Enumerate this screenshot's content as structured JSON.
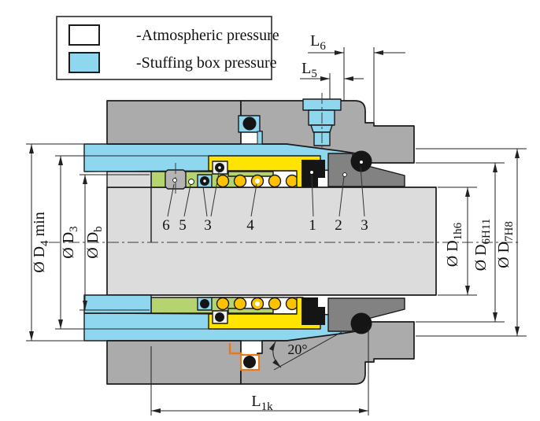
{
  "legend": {
    "items": [
      {
        "swatch": "white",
        "label": "-Atmospheric pressure"
      },
      {
        "swatch": "blue",
        "label": "-Stuffing box pressure"
      }
    ]
  },
  "dimensions": {
    "top": [
      {
        "base": "L",
        "sub": "6"
      },
      {
        "base": "L",
        "sub": "5"
      }
    ],
    "left": [
      {
        "base": "Ø D",
        "sub": "4",
        "suffix": " min"
      },
      {
        "base": "Ø D",
        "sub": "3"
      },
      {
        "base": "Ø D",
        "sub": "b"
      }
    ],
    "right": [
      {
        "base": "Ø D",
        "sub": "1h6"
      },
      {
        "base": "Ø D",
        "sub": "6H11"
      },
      {
        "base": "Ø D",
        "sub": "7H8"
      }
    ],
    "bottom": [
      {
        "base": "L",
        "sub": "1k"
      }
    ],
    "angle": "20°"
  },
  "part_labels": [
    "6",
    "5",
    "3",
    "4",
    "1",
    "2",
    "3"
  ],
  "colors": {
    "stuffing_blue": "#8fd6ef",
    "housing_gray": "#ababab",
    "seat_gray": "#828282",
    "shaft_gray": "#dcdcdc",
    "collar_green": "#b5d470",
    "retainer_yellow": "#ffe400",
    "spring_orange": "#ffc200",
    "gasket_orange": "#e87818",
    "outline": "#1a1a1a"
  }
}
